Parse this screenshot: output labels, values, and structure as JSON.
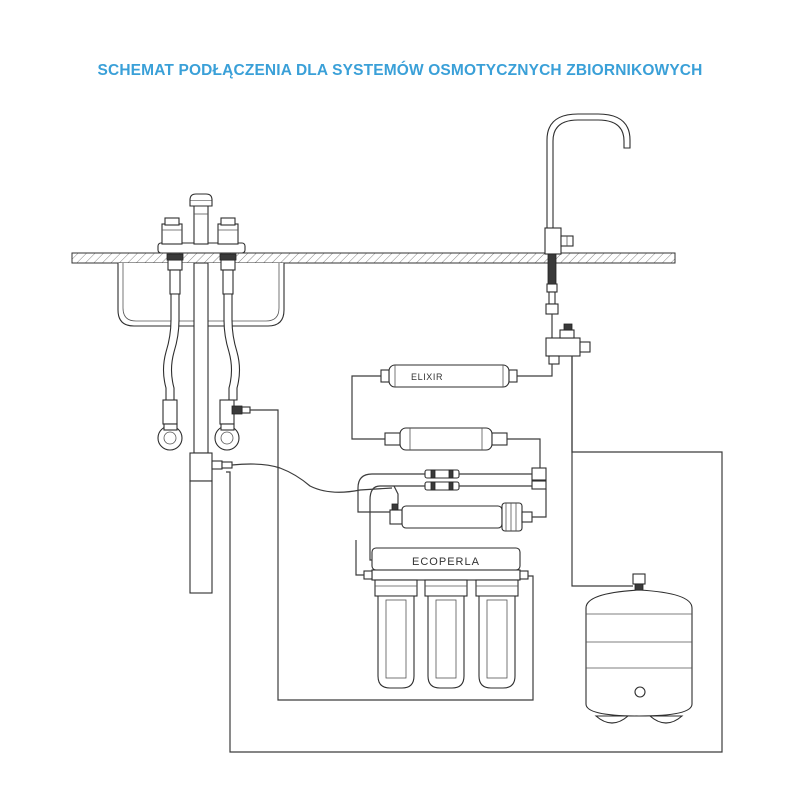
{
  "title": "SCHEMAT PODŁĄCZENIA DLA SYSTEMÓW OSMOTYCZNYCH ZBIORNIKOWYCH",
  "colors": {
    "title": "#3aa0d8",
    "line": "#3c3c3c",
    "background": "#ffffff"
  },
  "labels": {
    "post_filter": "ELIXIR",
    "brand": "ECOPERLA"
  },
  "icons": {
    "mixer_tap": "mixer-faucet",
    "ro_faucet": "gooseneck-faucet",
    "storage_tank": "pressure-tank",
    "prefilters": "filter-housings",
    "membrane": "membrane-housing"
  }
}
